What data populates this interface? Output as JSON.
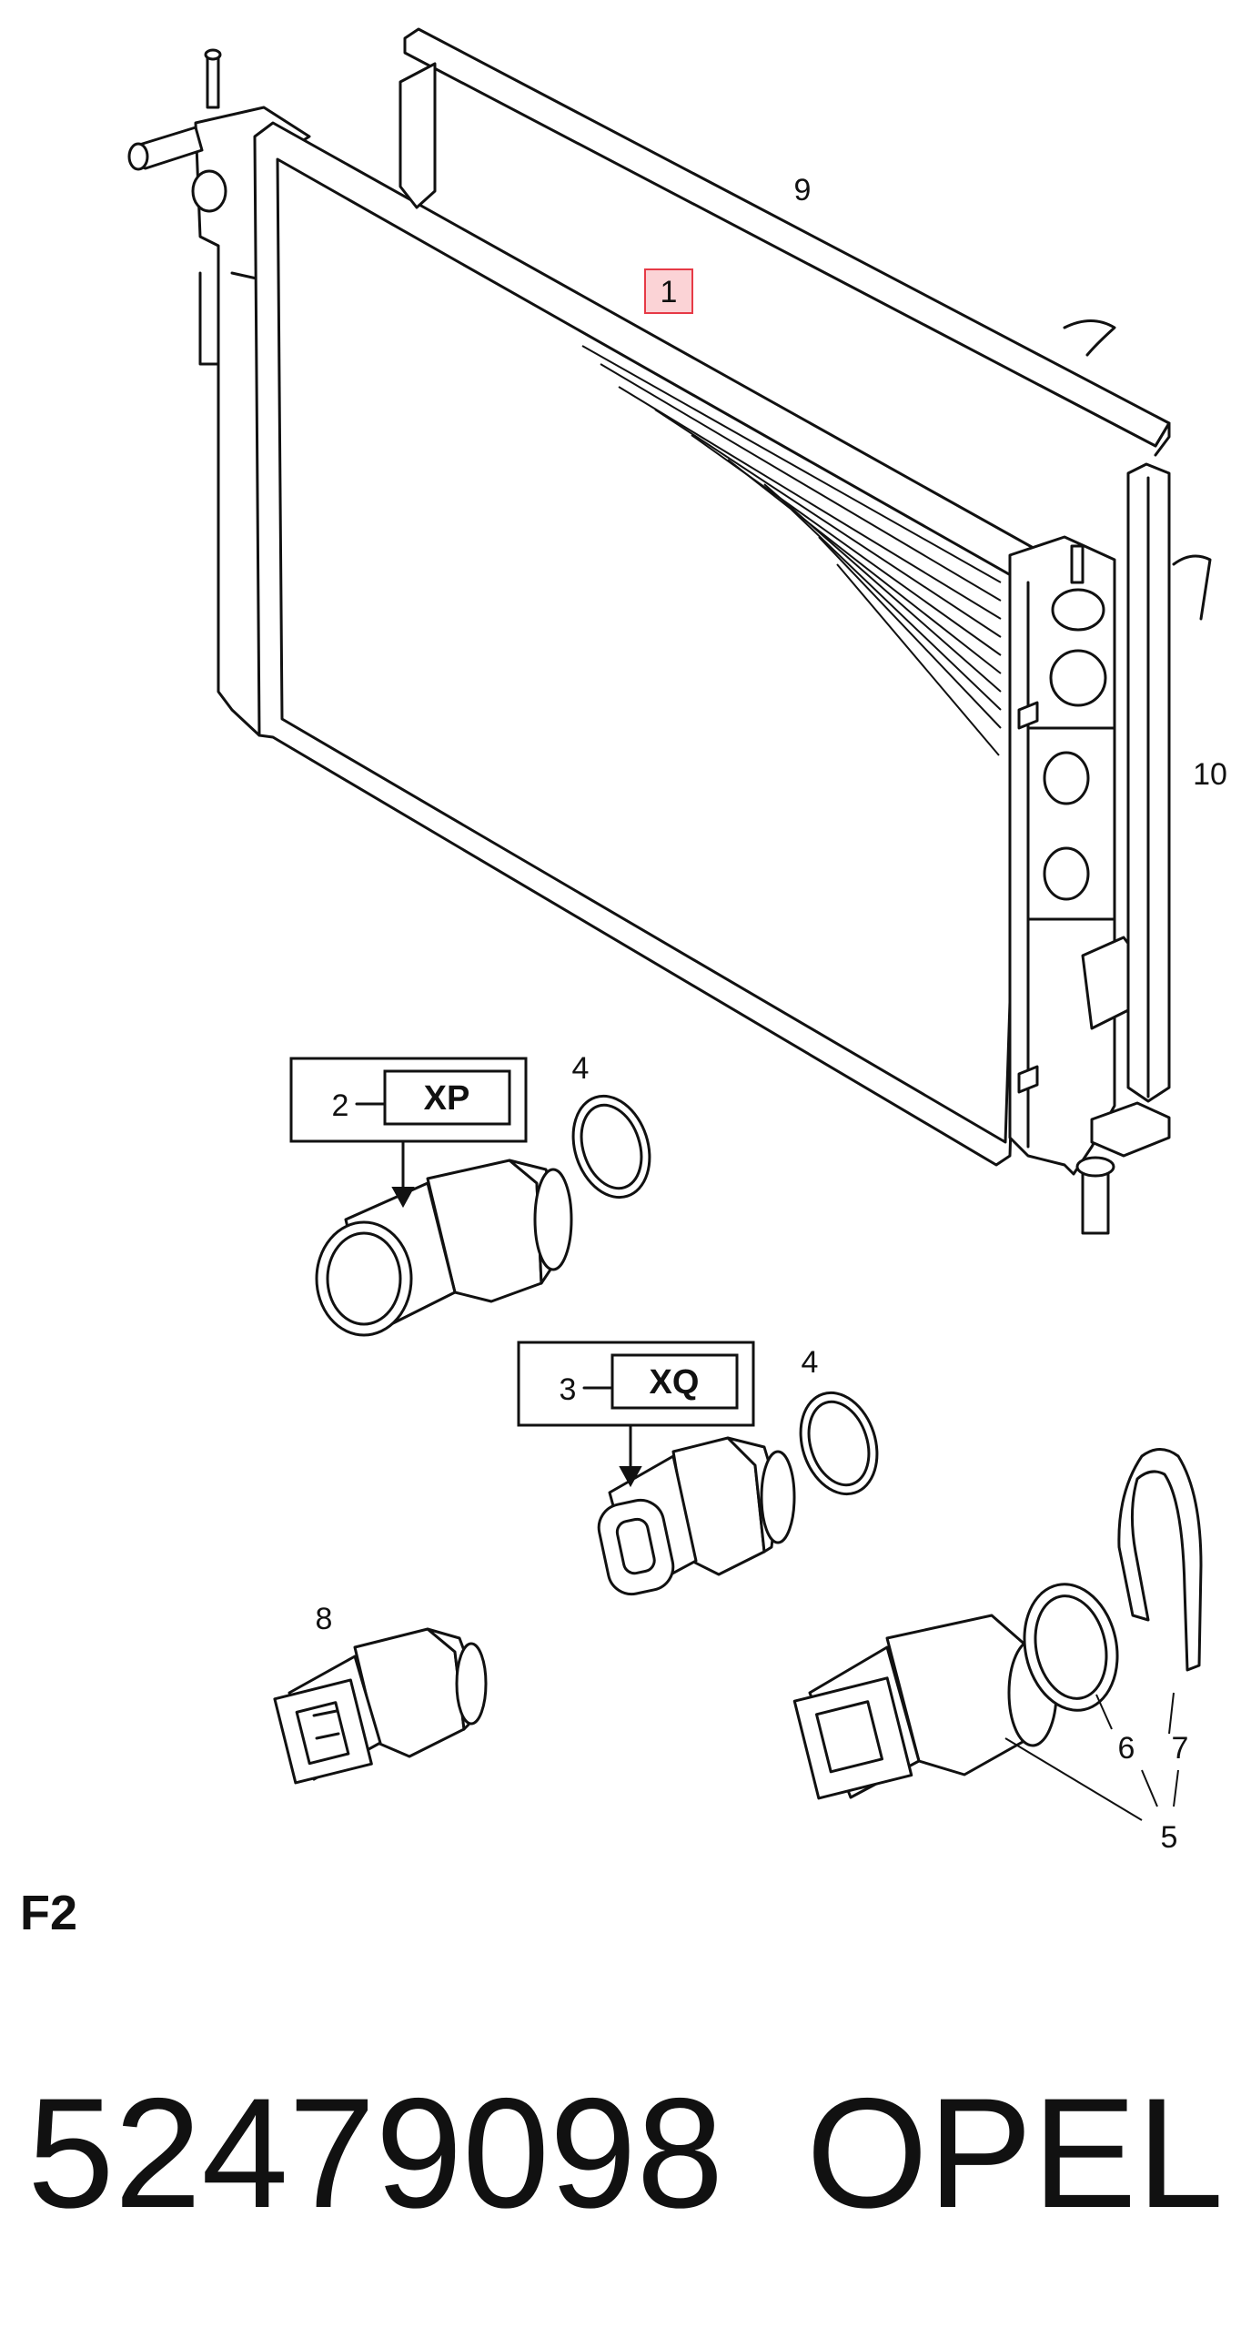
{
  "diagram": {
    "section_label": "F2",
    "part_number": "52479098",
    "brand": "OPEL",
    "callouts": {
      "radiator": "1",
      "sensor_xp": "2",
      "sensor_xq": "3",
      "seal_a": "4",
      "seal_b": "4",
      "switch_assembly": "5",
      "o_ring": "6",
      "retaining_clip": "7",
      "switch_small": "8",
      "upper_strip": "9",
      "side_strip": "10"
    },
    "variant_codes": {
      "xp": "XP",
      "xq": "XQ"
    },
    "highlight_color": "#e63a46"
  }
}
